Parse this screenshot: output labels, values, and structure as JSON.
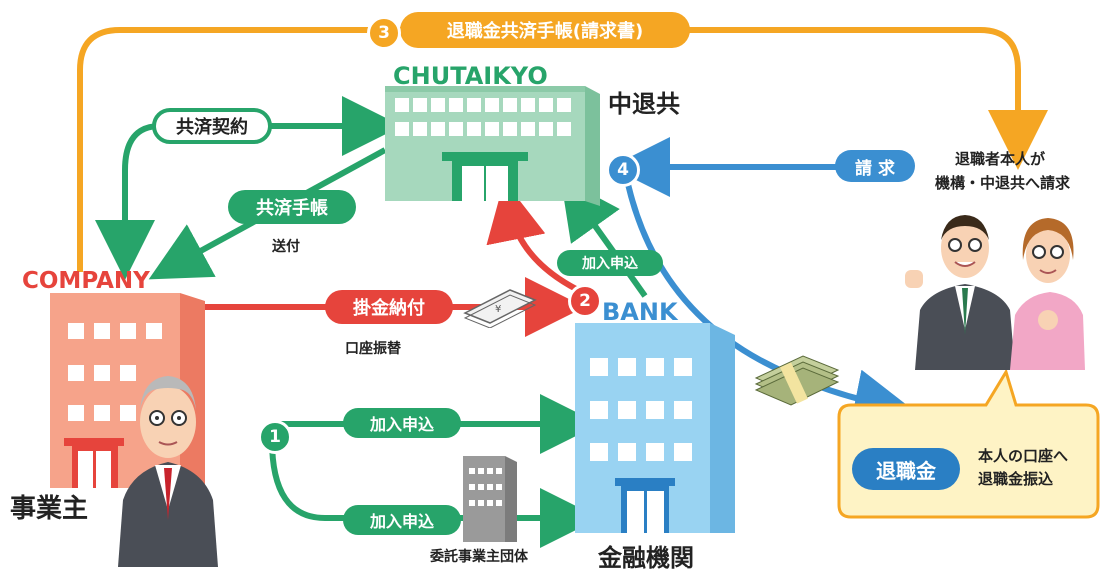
{
  "title_top": "退職金共済手帳(請求書)",
  "steps": {
    "s1": "1",
    "s2": "2",
    "s3": "3",
    "s4": "4"
  },
  "chutaikyo": {
    "en": "CHUTAIKYO",
    "ja": "中退共"
  },
  "company": {
    "en": "COMPANY",
    "ja": "事業主"
  },
  "bank": {
    "en": "BANK",
    "ja": "金融機関"
  },
  "labels": {
    "kyosai_keiyaku": "共済契約",
    "kyosai_techo": "共済手帳",
    "sofu": "送付",
    "kakekin_nofu": "掛金納付",
    "koza_furikae": "口座振替",
    "kanyu_moushikomi_top": "加入申込",
    "kanyu_moushikomi_mid": "加入申込",
    "kanyu_moushikomi_bottom": "加入申込",
    "itaku": "委託事業主団体",
    "seikyu": "請 求",
    "retiree_line1": "退職者本人が",
    "retiree_line2": "機構・中退共へ請求",
    "taishokukin": "退職金",
    "furikomi_line1": "本人の口座へ",
    "furikomi_line2": "退職金振込"
  },
  "colors": {
    "orange": "#f5a623",
    "green": "#27a46a",
    "red": "#e6443c",
    "blue": "#3b8fd1",
    "dark_blue": "#2a7fc4"
  }
}
